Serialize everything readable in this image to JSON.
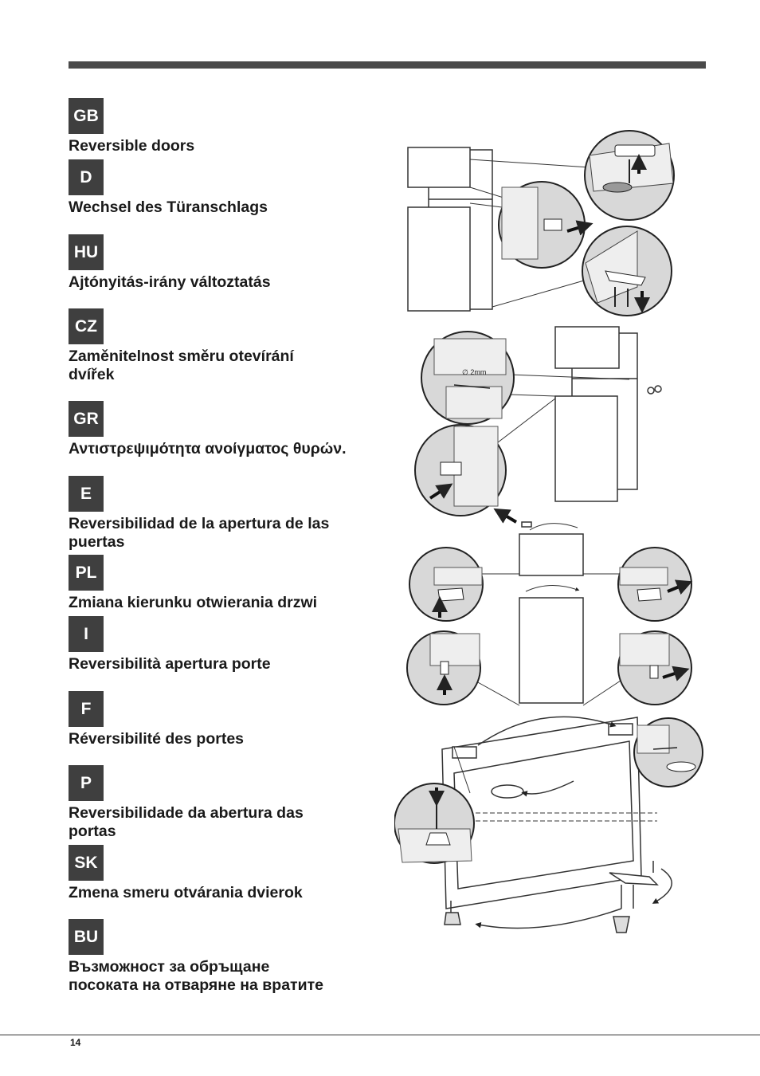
{
  "sections": [
    {
      "code": "GB",
      "title": "Reversible doors"
    },
    {
      "code": "D",
      "title": "Wechsel des Türanschlags"
    },
    {
      "code": "HU",
      "title": "Ajtónyitás-irány változtatás"
    },
    {
      "code": "CZ",
      "title": "Zaměnitelnost směru otevírání\ndvířek"
    },
    {
      "code": "GR",
      "title": "Αντιστρεψιμότητα ανοίγματος θυρών."
    },
    {
      "code": "E",
      "title": "Reversibilidad de la apertura de las\npuertas"
    },
    {
      "code": "PL",
      "title": "Zmiana kierunku otwierania drzwi"
    },
    {
      "code": "I",
      "title": "Reversibilità apertura porte"
    },
    {
      "code": "F",
      "title": "Réversibilité des portes"
    },
    {
      "code": "P",
      "title": "Reversibilidade da abertura das\n portas"
    },
    {
      "code": "SK",
      "title": "Zmena smeru otvárania dvierok"
    },
    {
      "code": "BU",
      "title": "Възможност за обръщане\nпосоката на отваряне на вратите"
    }
  ],
  "illustration": {
    "drill_label": "∅ 2mm"
  },
  "page_number": "14"
}
